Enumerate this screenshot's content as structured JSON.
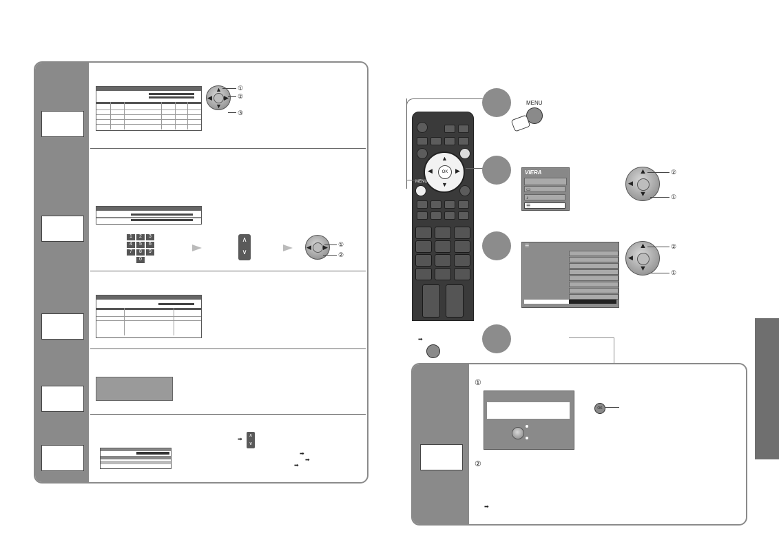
{
  "top_margin_text": "",
  "left_panel": {
    "steps": [
      "",
      "",
      "",
      "",
      ""
    ],
    "step1": {
      "callouts": [
        "①",
        "②",
        "③"
      ]
    },
    "step2": {
      "keypad": [
        "1",
        "2",
        "3",
        "4",
        "5",
        "6",
        "7",
        "8",
        "9",
        "0"
      ],
      "callouts": [
        "①",
        "②"
      ]
    },
    "step5": {}
  },
  "remote": {
    "menu_label": "MENU",
    "ok_label": "OK"
  },
  "right_steps": {
    "step_a": {
      "menu_button_label": "MENU"
    },
    "step_b": {
      "logo": "VIERA",
      "callouts": [
        "②",
        "①"
      ],
      "menu_icons": [
        "▭",
        "♪",
        "☰"
      ]
    },
    "step_c": {
      "callouts": [
        "②",
        "①"
      ],
      "list_icon": "☰"
    },
    "step_d": {}
  },
  "bottom_panel": {
    "item1_marker": "①",
    "item2_marker": "②",
    "ok_label": "OK"
  }
}
